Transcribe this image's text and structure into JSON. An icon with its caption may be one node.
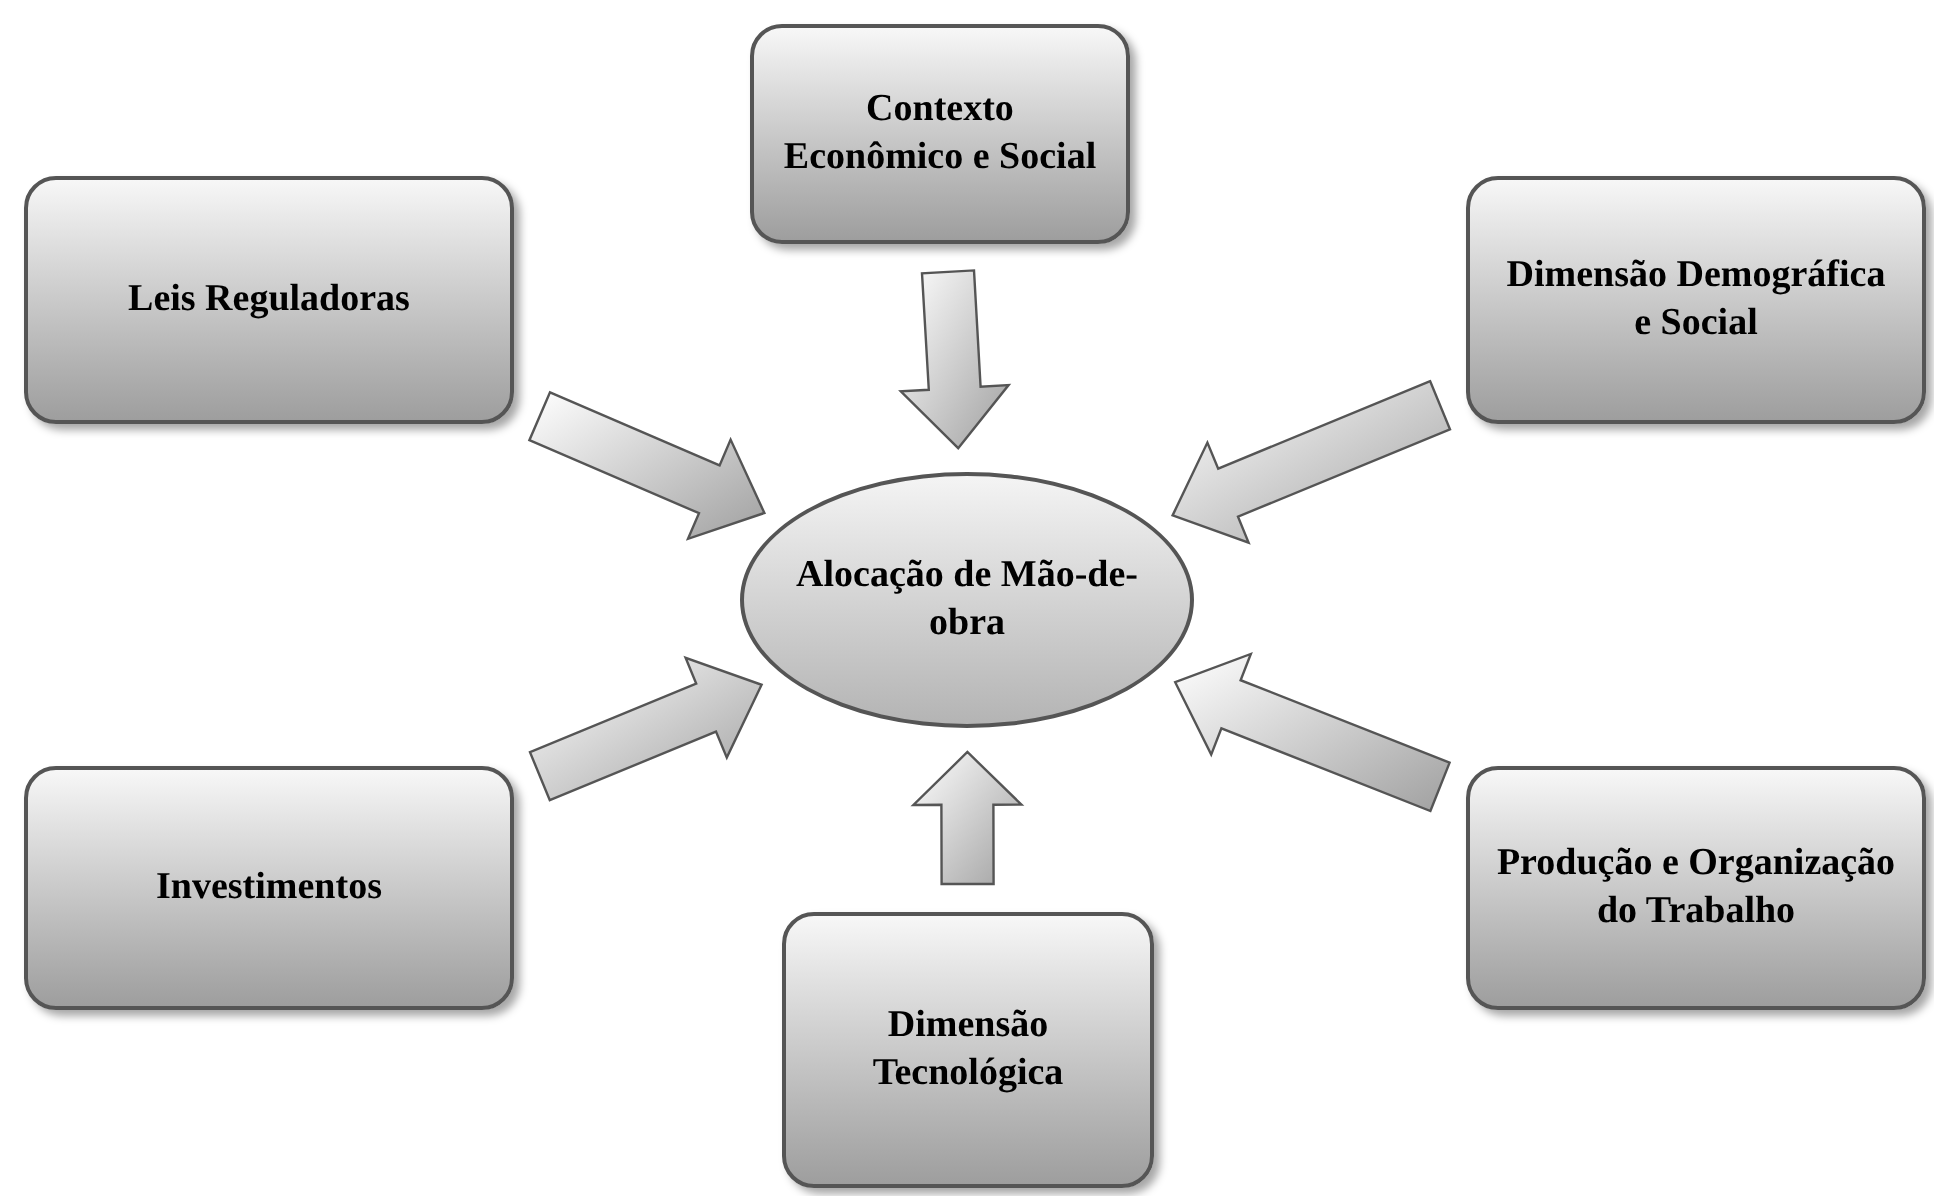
{
  "diagram": {
    "nodes": [
      {
        "text": [
          "Contexto Econômico e Social"
        ]
      },
      {
        "text": [
          "Leis Reguladoras"
        ]
      },
      {
        "text": [
          "Dimensão Demográfica e Social"
        ]
      },
      {
        "text": [
          "Alocação de Mão-de-obra"
        ]
      },
      {
        "text": [
          "Investimentos"
        ]
      },
      {
        "text": [
          "Produção e Organização do Trabalho"
        ]
      },
      {
        "text": [
          "Dimensão Tecnológica"
        ]
      }
    ],
    "edges": [
      {
        "from": 0,
        "to": 3,
        "arrow": "to"
      },
      {
        "from": 1,
        "to": 3,
        "arrow": "to"
      },
      {
        "from": 2,
        "to": 3,
        "arrow": "to"
      },
      {
        "from": 4,
        "to": 3,
        "arrow": "to"
      },
      {
        "from": 5,
        "to": 3,
        "arrow": "to"
      },
      {
        "from": 6,
        "to": 3,
        "arrow": "to"
      }
    ]
  }
}
